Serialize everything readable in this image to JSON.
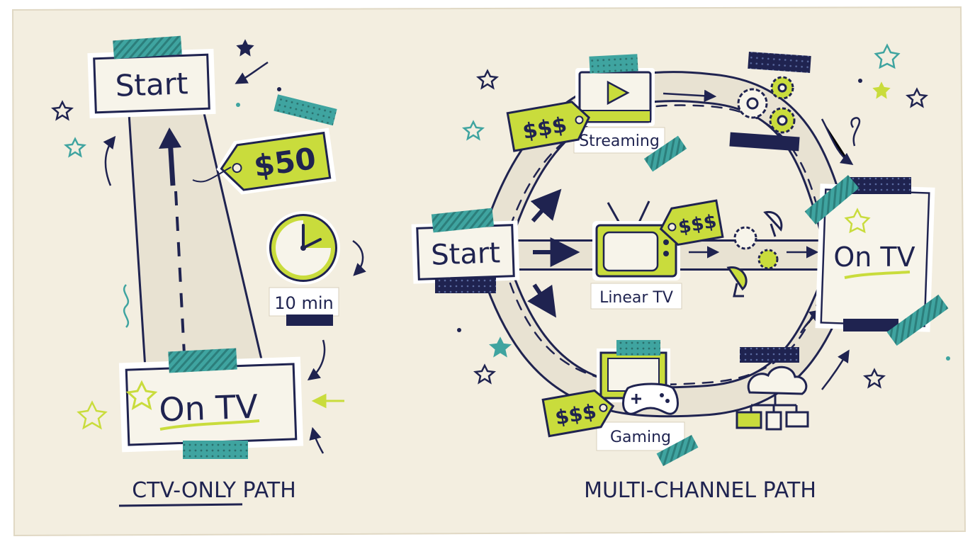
{
  "ctv_only": {
    "start_label": "Start",
    "price_tag": "$50",
    "time_label": "10 min",
    "end_label": "On TV",
    "caption": "CTV-ONLY PATH"
  },
  "multi_channel": {
    "start_label": "Start",
    "end_label": "On TV",
    "caption": "MULTI-CHANNEL PATH",
    "channels": [
      {
        "label": "Streaming",
        "price_tag": "$$$"
      },
      {
        "label": "Linear TV",
        "price_tag": "$$$"
      },
      {
        "label": "Gaming",
        "price_tag": "$$$"
      }
    ]
  },
  "colors": {
    "paper": "#f3eee0",
    "ink": "#1f2350",
    "lime": "#c9dc3c",
    "teal": "#3fa4a0",
    "road": "#e8e2d2"
  }
}
